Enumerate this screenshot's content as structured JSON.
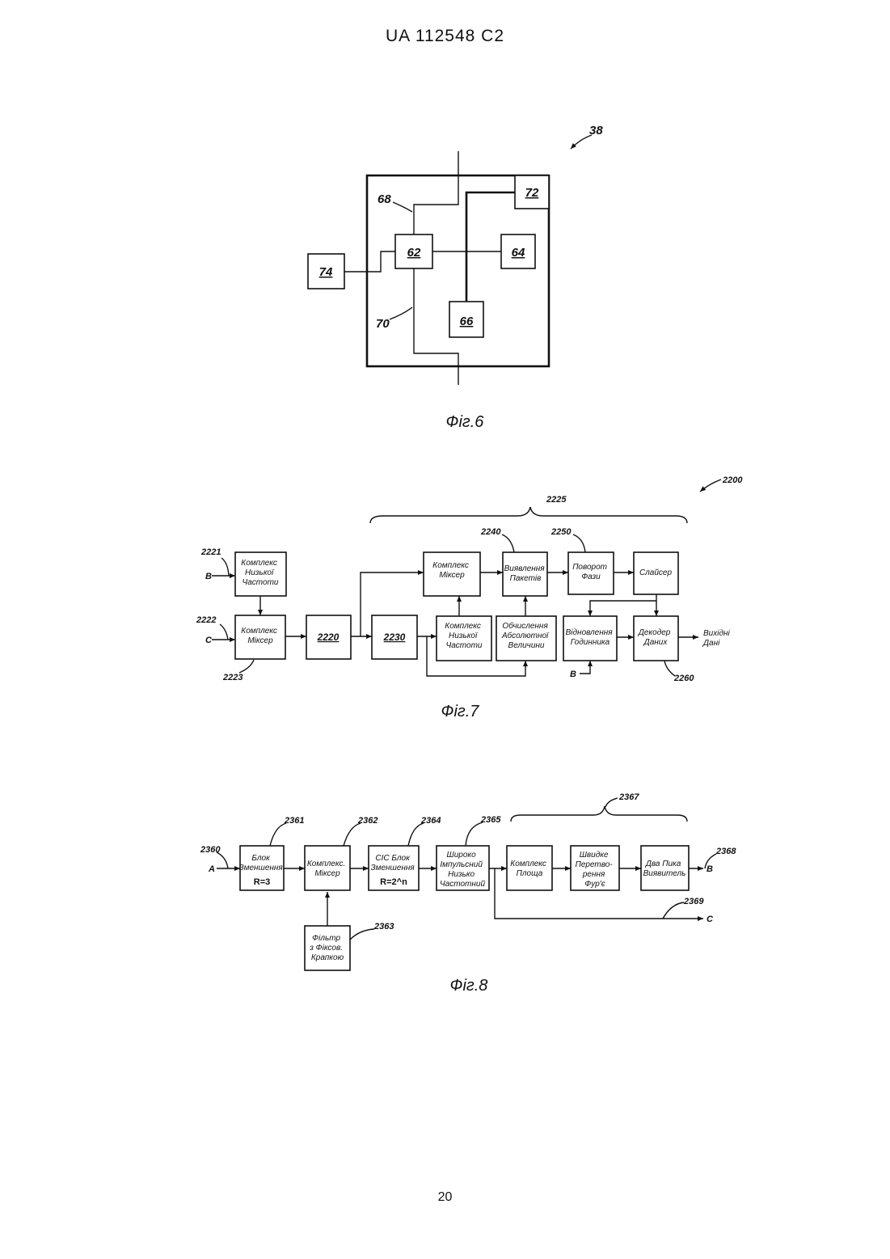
{
  "header": {
    "publication": "UA   112548   C2"
  },
  "footer": {
    "page_number": "20"
  },
  "fig6": {
    "caption": "Фіг.6",
    "refs": {
      "r38": "38",
      "r68": "68",
      "r70": "70"
    },
    "boxes": {
      "b62": "62",
      "b64": "64",
      "b66": "66",
      "b72": "72",
      "b74": "74"
    }
  },
  "fig7": {
    "caption": "Фіг.7",
    "refs": {
      "r2200": "2200",
      "r2225": "2225",
      "r2240": "2240",
      "r2250": "2250",
      "r2221": "2221",
      "r2222": "2222",
      "r2223": "2223",
      "r2260": "2260"
    },
    "inputs": {
      "b_top": "B",
      "c_mid": "C",
      "b_bottom": "B"
    },
    "boxes": {
      "lowfreq_top": [
        "Комплекс",
        "Низької",
        "Частоти"
      ],
      "mixer_left": [
        "Комплекс",
        "Міксер"
      ],
      "b2220": "2220",
      "b2230": "2230",
      "mixer_top": [
        "Комплекс",
        "Міксер"
      ],
      "packet": [
        "Виявлення",
        "Пакетів"
      ],
      "phase": [
        "Поворот",
        "Фази"
      ],
      "slicer": [
        "Слайсер"
      ],
      "lowfreq_bottom": [
        "Комплекс",
        "Низької",
        "Частоти"
      ],
      "absval": [
        "Обчислення",
        "Абсолютної",
        "Величини"
      ],
      "clock": [
        "Відновлення",
        "Годинника"
      ],
      "decoder": [
        "Декодер",
        "Даних"
      ]
    },
    "output": [
      "Вихідні",
      "Дані"
    ]
  },
  "fig8": {
    "caption": "Фіг.8",
    "refs": {
      "r2360": "2360",
      "r2361": "2361",
      "r2362": "2362",
      "r2363": "2363",
      "r2364": "2364",
      "r2365": "2365",
      "r2367": "2367",
      "r2368": "2368",
      "r2369": "2369"
    },
    "inputs": {
      "a_in": "A",
      "b_out": "B",
      "c_out": "C"
    },
    "boxes": {
      "decim": [
        "Блок",
        "Зменшення",
        "R=3"
      ],
      "mixer": [
        "Комплекс.",
        "Міксер"
      ],
      "cic": [
        "CIC Блок",
        "Зменшення",
        "R=2^n"
      ],
      "wideband": [
        "Широко",
        "Імпульсний",
        "Низько",
        "Частотний"
      ],
      "area": [
        "Комплекс",
        "Площа"
      ],
      "fft": [
        "Швидке",
        "Перетво-",
        "рення",
        "Фур'є"
      ],
      "peaks": [
        "Два Пика",
        "Виявитель"
      ],
      "filter": [
        "Фільтр",
        "з Фіксов.",
        "Крапкою"
      ]
    }
  }
}
